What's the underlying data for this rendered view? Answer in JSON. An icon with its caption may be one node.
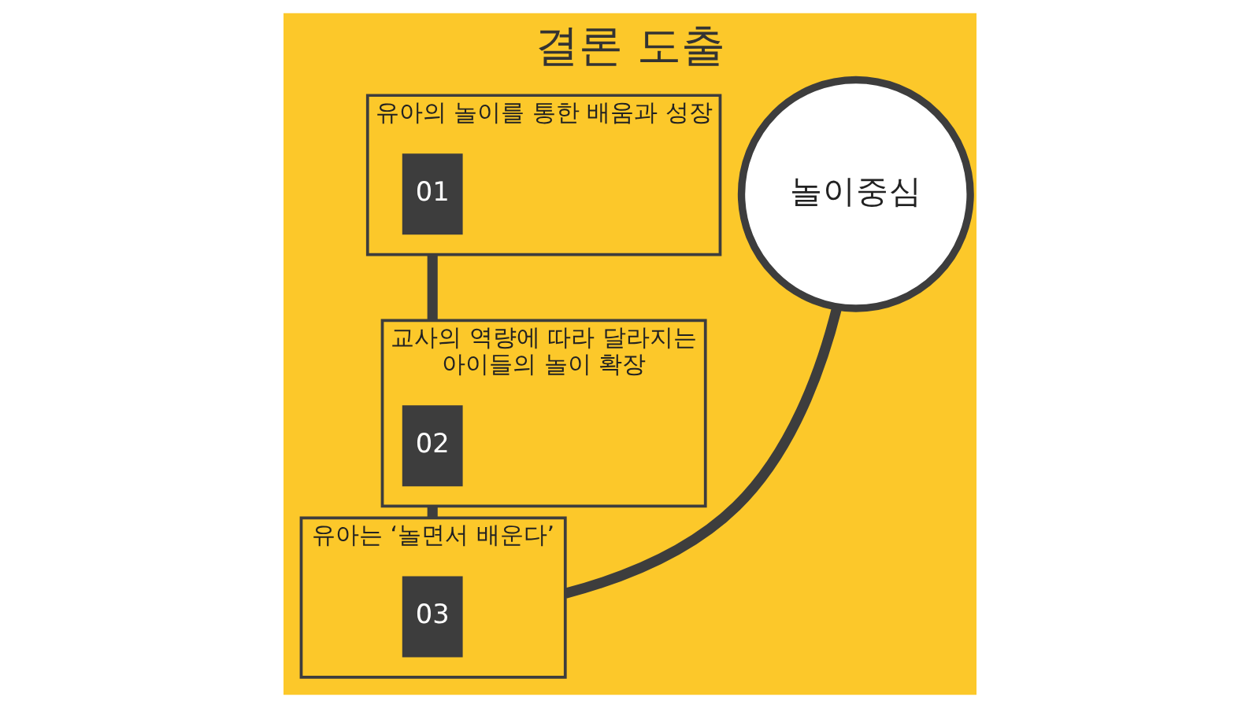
{
  "diagram": {
    "title": "결론 도출",
    "nodes": [
      {
        "text": [
          "유아의 놀이를 통한 배움과 성장"
        ]
      },
      {
        "text": [
          "01"
        ],
        "in": 0
      },
      {
        "text": [
          "교사의 역량에 따라 달라지는 아이들의 놀이 확장"
        ]
      },
      {
        "text": [
          "02"
        ],
        "in": 2
      },
      {
        "text": [
          "유아는 ‘놀면서 배운다’"
        ]
      },
      {
        "text": [
          "03"
        ],
        "in": 4
      },
      {
        "text": [
          "놀이중심"
        ]
      }
    ],
    "edges": [
      {
        "from": 0,
        "to": 2,
        "arrow": "none"
      },
      {
        "from": 2,
        "to": 4,
        "arrow": "none"
      },
      {
        "from": 4,
        "to": 6,
        "arrow": "none"
      }
    ]
  }
}
